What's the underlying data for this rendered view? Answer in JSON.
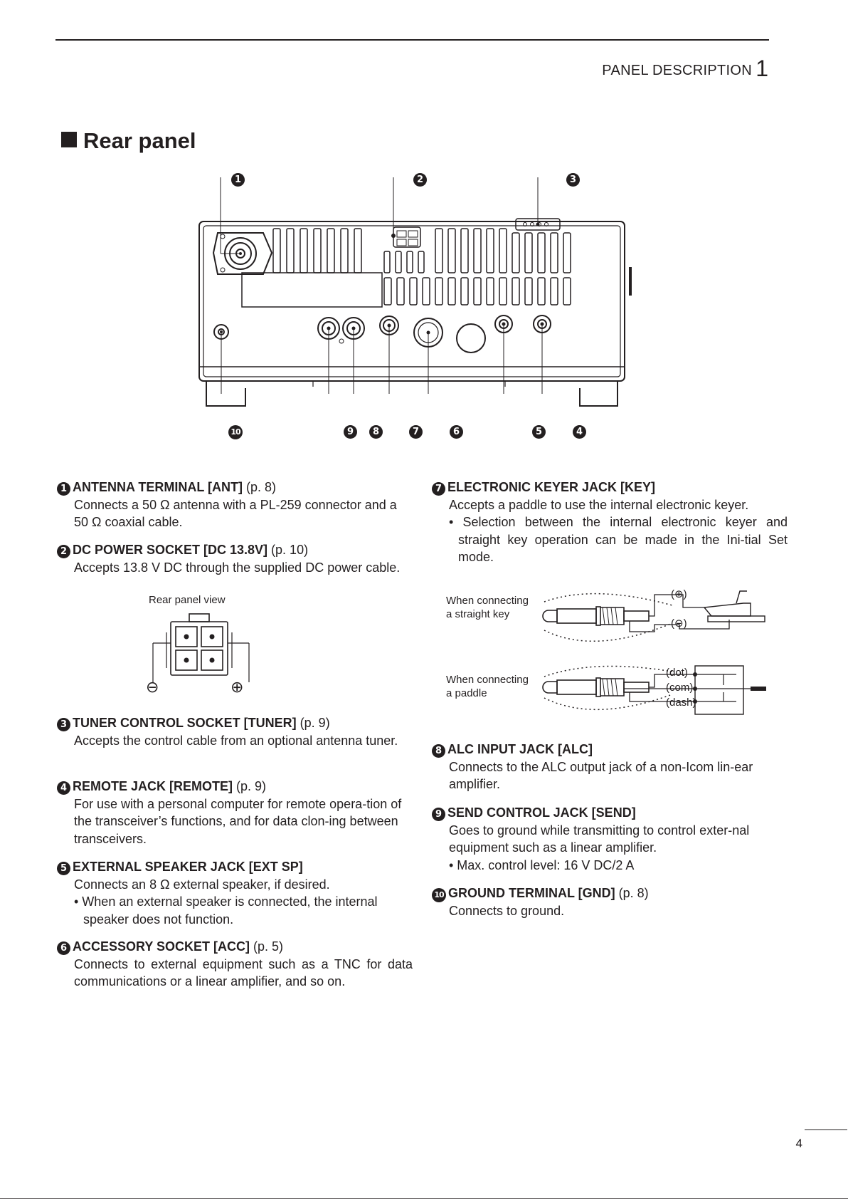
{
  "header": {
    "section": "PANEL DESCRIPTION",
    "chapter": "1"
  },
  "title": "Rear panel",
  "callouts": [
    "1",
    "2",
    "3",
    "10",
    "9",
    "8",
    "7",
    "6",
    "5",
    "4"
  ],
  "items": [
    {
      "num": "1",
      "title": "ANTENNA TERMINAL [ANT]",
      "ref": " (p. 8)",
      "body": [
        "Connects a 50 Ω antenna with a PL-259 connector and a 50 Ω coaxial cable."
      ]
    },
    {
      "num": "2",
      "title": "DC POWER SOCKET [DC 13.8V]",
      "ref": " (p. 10)",
      "body": [
        "Accepts 13.8 V DC through the supplied DC power cable."
      ],
      "figure_caption": "Rear panel view"
    },
    {
      "num": "3",
      "title": "TUNER CONTROL SOCKET [TUNER]",
      "ref": " (p. 9)",
      "body": [
        "Accepts the control cable from an optional antenna tuner."
      ]
    },
    {
      "num": "4",
      "title": "REMOTE JACK [REMOTE]",
      "ref": " (p. 9)",
      "body": [
        "For use with a personal computer for remote opera-tion of the transceiver’s functions, and for data clon-ing between transceivers."
      ]
    },
    {
      "num": "5",
      "title": "EXTERNAL SPEAKER JACK [EXT SP]",
      "ref": "",
      "body": [
        "Connects an 8 Ω external speaker, if desired."
      ],
      "bullets": [
        "• When an external speaker is connected, the internal speaker does not function."
      ]
    },
    {
      "num": "6",
      "title": "ACCESSORY SOCKET [ACC]",
      "ref": " (p. 5)",
      "body": [
        "Connects to external equipment such as a TNC for data communications or a linear amplifier, and so on."
      ]
    },
    {
      "num": "7",
      "title": "ELECTRONIC KEYER JACK [KEY]",
      "ref": "",
      "body": [
        "Accepts a paddle to use the internal electronic keyer."
      ],
      "bullets": [
        "• Selection between the internal electronic keyer and straight key operation can be made in the Ini-tial Set mode."
      ]
    },
    {
      "num": "8",
      "title": "ALC INPUT JACK [ALC]",
      "ref": "",
      "body": [
        "Connects to the ALC output jack of a non-Icom lin-ear amplifier."
      ]
    },
    {
      "num": "9",
      "title": "SEND CONTROL JACK [SEND]",
      "ref": "",
      "body": [
        "Goes to ground while transmitting to control exter-nal equipment such as a linear amplifier."
      ],
      "bullets": [
        "• Max. control level: 16 V DC/2 A"
      ]
    },
    {
      "num": "10",
      "title": "GROUND TERMINAL [GND]",
      "ref": " (p. 8)",
      "body": [
        "Connects to ground."
      ]
    }
  ],
  "dc_labels": {
    "minus": "⊖",
    "plus": "⊕"
  },
  "key_diagram": {
    "straight_label_1": "When connecting",
    "straight_label_2": "a straight key",
    "plus": "(⊕)",
    "minus": "(⊖)",
    "paddle_label_1": "When connecting",
    "paddle_label_2": "a paddle",
    "dot": "(dot)",
    "com": "(com)",
    "dash": "(dash)"
  },
  "page_number": "4"
}
